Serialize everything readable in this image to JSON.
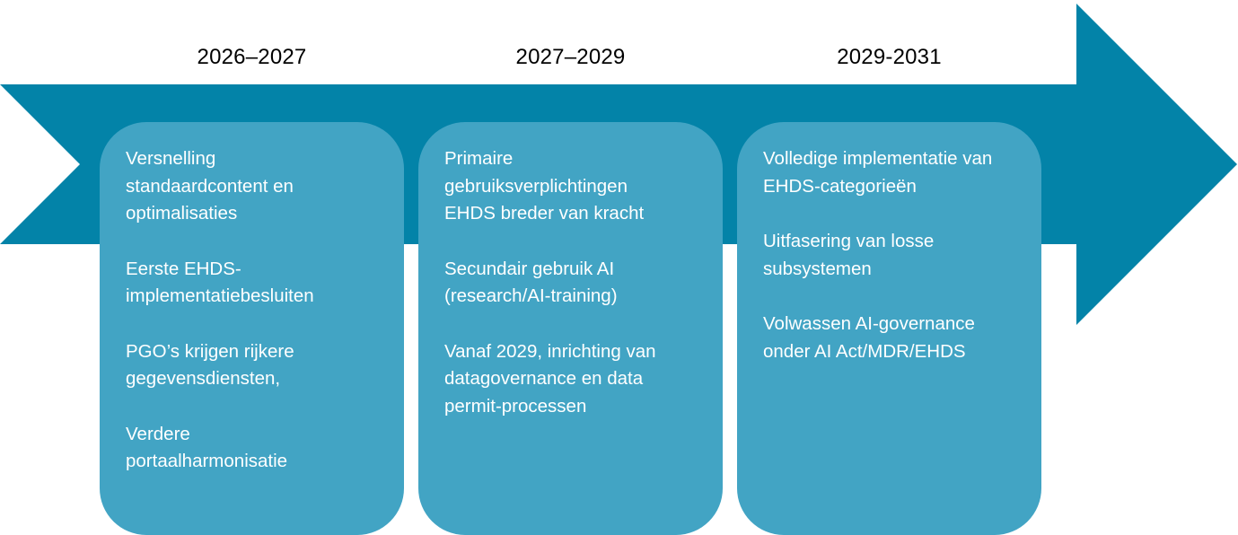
{
  "diagram": {
    "type": "timeline-arrow",
    "colors": {
      "arrow": "#0383a8",
      "phase_box": "#42a4c4",
      "phase_text": "#ffffff",
      "label_text": "#000000",
      "background": "#ffffff"
    },
    "phases": [
      {
        "period": "2026–2027",
        "items": [
          "Versnelling standaardcontent en optimalisaties",
          "Eerste EHDS-implementatiebesluiten",
          "PGO’s krijgen rijkere gegevensdiensten,",
          "Verdere portaalharmonisatie"
        ]
      },
      {
        "period": "2027–2029",
        "items": [
          "Primaire gebruiksverplichtingen EHDS breder van kracht",
          "Secundair gebruik AI (research/AI-training)",
          "Vanaf 2029, inrichting van datagovernance en data permit-processen"
        ]
      },
      {
        "period": "2029-2031",
        "items": [
          "Volledige implementatie van EHDS-categorieën",
          "Uitfasering van losse subsystemen",
          "Volwassen AI-governance onder AI Act/MDR/EHDS"
        ]
      }
    ]
  }
}
